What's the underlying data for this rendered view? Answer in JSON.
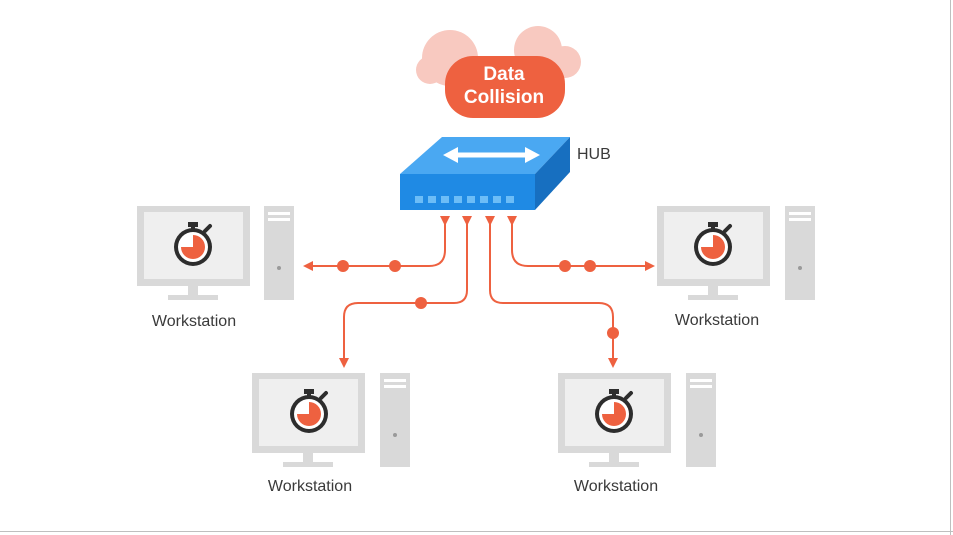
{
  "diagram": {
    "collision": {
      "line1": "Data",
      "line2": "Collision"
    },
    "hub": {
      "label": "HUB"
    },
    "workstations": [
      {
        "label": "Workstation"
      },
      {
        "label": "Workstation"
      },
      {
        "label": "Workstation"
      },
      {
        "label": "Workstation"
      }
    ]
  },
  "colors": {
    "accent": "#ee6140",
    "cloud": "#f8c9c0",
    "hub_blue": "#1f8ae4",
    "hub_blue_light": "#4aa8f2",
    "monitor": "#d9d9d9",
    "stopwatch": "#2d2d2d",
    "text": "#3a3a3a"
  }
}
